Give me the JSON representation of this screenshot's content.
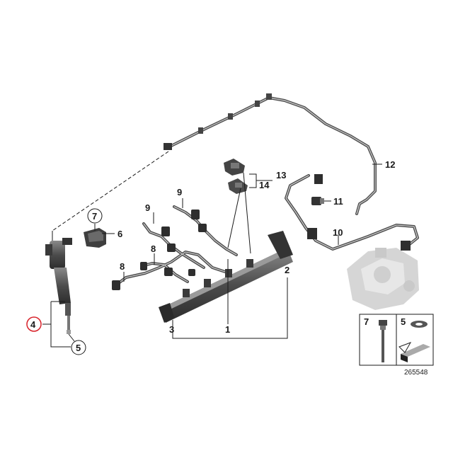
{
  "diagram": {
    "callouts": {
      "c1": "1",
      "c2": "2",
      "c3": "3",
      "c4": "4",
      "c5": "5",
      "c6": "6",
      "c7": "7",
      "c8a": "8",
      "c8b": "8",
      "c9a": "9",
      "c9b": "9",
      "c10": "10",
      "c11": "11",
      "c12": "12",
      "c13": "13",
      "c14": "14"
    },
    "inset": {
      "c7": "7",
      "c5": "5"
    },
    "reference_number": "265548",
    "highlight_color": "#d8222a",
    "line_color": "#1a1a1a",
    "part_color": "#5a5a5a"
  }
}
